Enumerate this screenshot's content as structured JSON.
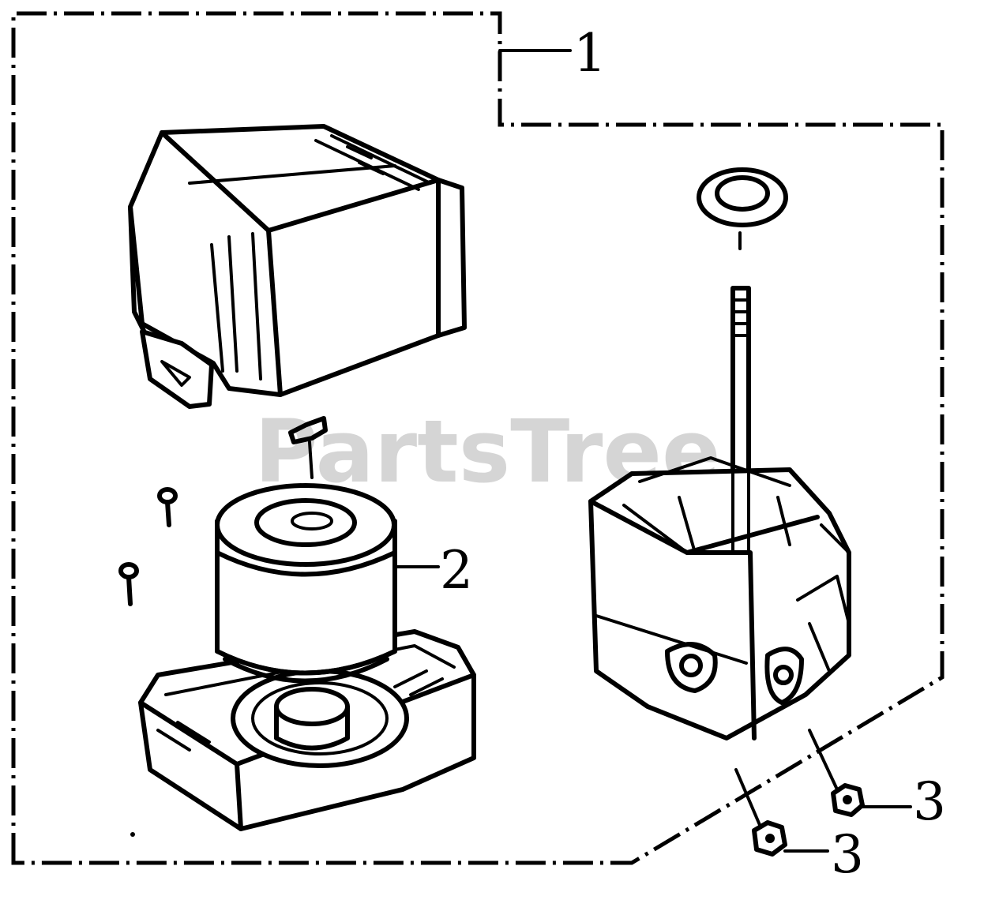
{
  "watermark": "PartsTree",
  "callouts": {
    "kit": "1",
    "element": "2",
    "nut_a": "3",
    "nut_b": "3"
  }
}
